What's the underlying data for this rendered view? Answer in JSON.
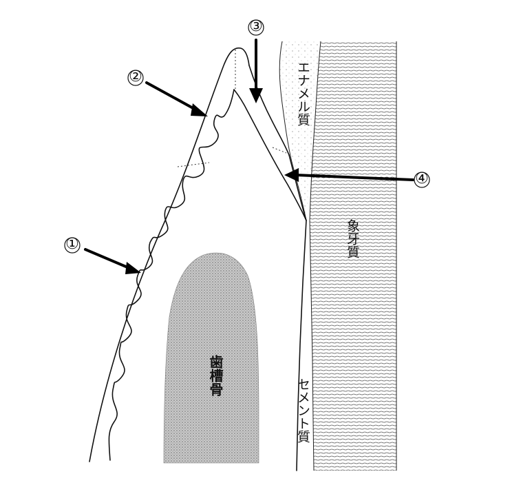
{
  "labels": {
    "enamel": "エナメル質",
    "dentin": "象牙質",
    "cementum": "セメント質",
    "alveolar_bone": "歯槽骨"
  },
  "markers": {
    "m1": "①",
    "m2": "②",
    "m3": "③",
    "m4": "④"
  },
  "colors": {
    "line": "#111111",
    "bone_stipple": "#8a8a8a",
    "dentin_hatch": "#555555",
    "background": "#ffffff"
  }
}
